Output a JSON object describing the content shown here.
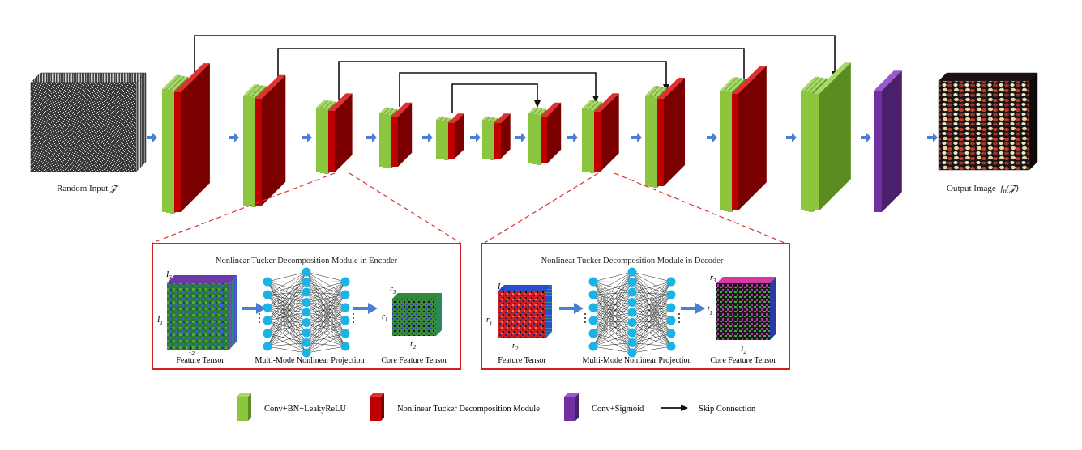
{
  "input": {
    "label": "Random Input",
    "symbol": "𝓩"
  },
  "output": {
    "label": "Output Image",
    "symbol": "f",
    "subscript": "θ",
    "arg": "(𝓩)"
  },
  "encoder_module": {
    "title": "Nonlinear Tucker Decomposition Module in Encoder",
    "left_caption": "Feature Tensor",
    "mid_caption": "Multi-Mode Nonlinear Projection",
    "right_caption": "Core Feature Tensor",
    "left_dims": {
      "top": "I",
      "top_sub": "3",
      "side": "I",
      "side_sub": "1",
      "bottom": "I",
      "bottom_sub": "2"
    },
    "right_dims": {
      "top": "r",
      "top_sub": "3",
      "side": "r",
      "side_sub": "1",
      "bottom": "r",
      "bottom_sub": "2"
    }
  },
  "decoder_module": {
    "title": "Nonlinear Tucker Decomposition Module in Decoder",
    "left_caption": "Feature Tensor",
    "mid_caption": "Multi-Mode Nonlinear Projection",
    "right_caption": "Core Feature Tensor",
    "left_dims": {
      "top": "I",
      "top_sub": "3",
      "side": "r",
      "side_sub": "1",
      "bottom": "r",
      "bottom_sub": "2"
    },
    "right_dims": {
      "top": "r",
      "top_sub": "3",
      "side": "I",
      "side_sub": "1",
      "bottom": "I",
      "bottom_sub": "2"
    }
  },
  "legend": {
    "conv_bn": "Conv+BN+LeakyReLU",
    "tucker": "Nonlinear Tucker Decomposition Module",
    "conv_sigmoid": "Conv+Sigmoid",
    "skip": "Skip Connection"
  },
  "colors": {
    "green": "#8cc63f",
    "green_dark": "#5a8c1f",
    "red": "#c00000",
    "red_dark": "#7a0000",
    "purple": "#7030a0",
    "purple_dark": "#4a1f6b",
    "arrow_blue": "#4a7fd4",
    "node_cyan": "#1ab3e6",
    "dash_red": "#e03030"
  }
}
